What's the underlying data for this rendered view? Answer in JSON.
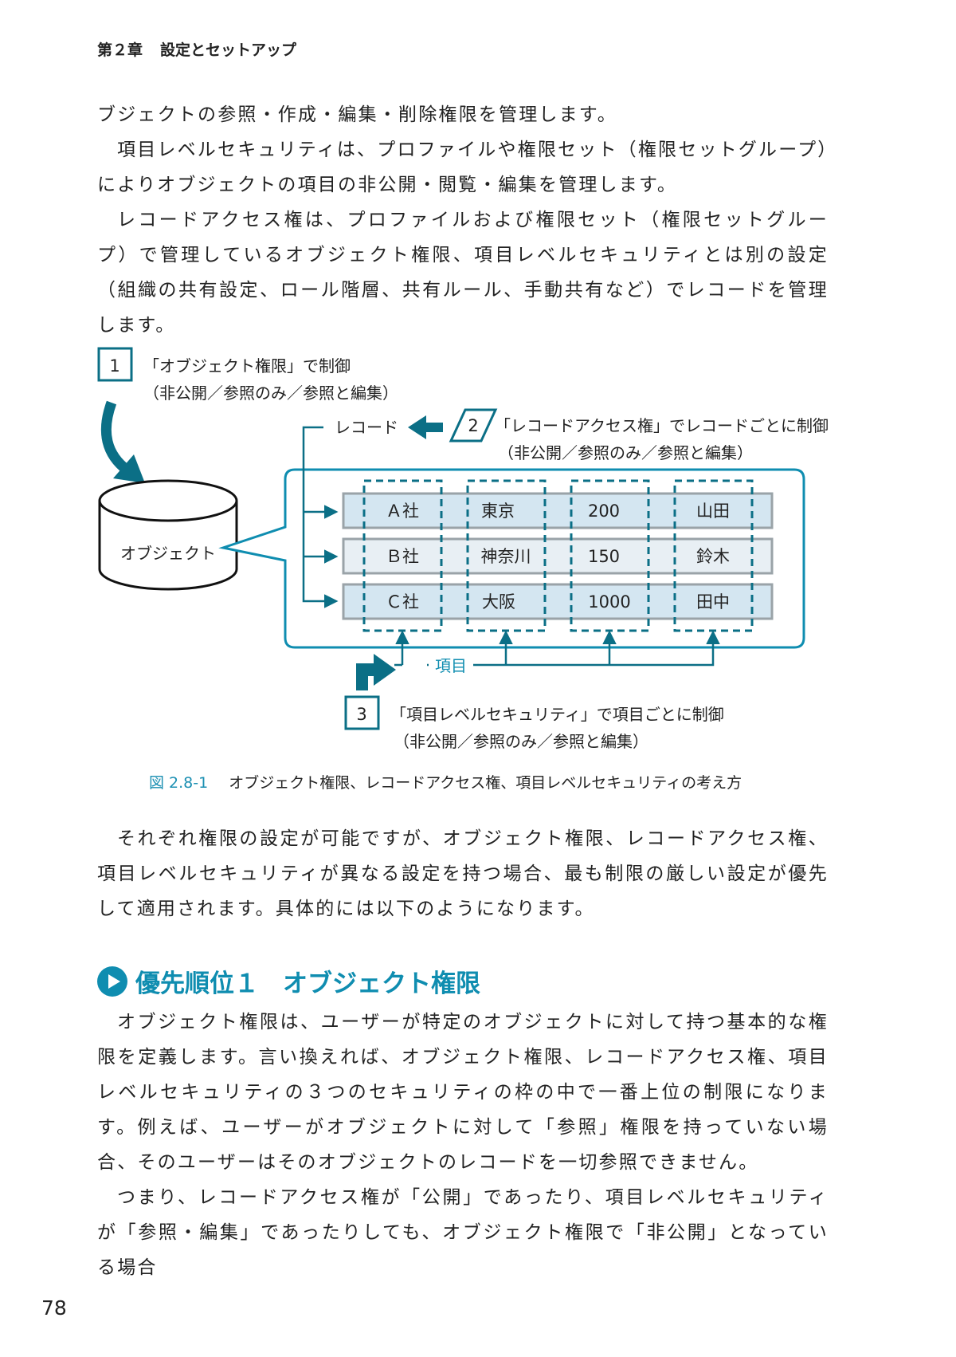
{
  "header": {
    "chapter": "第２章",
    "title": "設定とセットアップ"
  },
  "para_top": [
    "ブジェクトの参照・作成・編集・削除権限を管理します。",
    "項目レベルセキュリティは、プロファイルや権限セット（権限セットグループ）によりオブジェクトの項目の非公開・閲覧・編集を管理します。",
    "レコードアクセス権は、プロファイルおよび権限セット（権限セットグループ）で管理しているオブジェクト権限、項目レベルセキュリティとは別の設定（組織の共有設定、ロール階層、共有ルール、手動共有など）でレコードを管理します。"
  ],
  "figure": {
    "box1": {
      "num": "1",
      "line1": "「オブジェクト権限」で制御",
      "line2": "（非公開／参照のみ／参照と編集）"
    },
    "box2": {
      "num": "2",
      "line1": "「レコードアクセス権」でレコードごとに制御",
      "line2": "（非公開／参照のみ／参照と編集）"
    },
    "box3": {
      "num": "3",
      "line1": "「項目レベルセキュリティ」で項目ごとに制御",
      "line2": "（非公開／参照のみ／参照と編集）"
    },
    "object_label": "オブジェクト",
    "record_label": "レコード",
    "field_label": "項目",
    "rows": [
      [
        "Ａ社",
        "東京",
        "200",
        "山田"
      ],
      [
        "Ｂ社",
        "神奈川",
        "150",
        "鈴木"
      ],
      [
        "Ｃ社",
        "大阪",
        "1000",
        "田中"
      ]
    ],
    "colors": {
      "accent": "#0f8db0",
      "dark_teal": "#0b6f86",
      "row_fill": "#d4e6f1",
      "row_border": "#9aa3a8"
    }
  },
  "caption": {
    "number": "図 2.8-1",
    "text": "オブジェクト権限、レコードアクセス権、項目レベルセキュリティの考え方"
  },
  "para_mid": "それぞれ権限の設定が可能ですが、オブジェクト権限、レコードアクセス権、項目レベルセキュリティが異なる設定を持つ場合、最も制限の厳しい設定が優先して適用されます。具体的には以下のようになります。",
  "section": {
    "label": "優先順位１",
    "title": "オブジェクト権限"
  },
  "para_bottom": [
    "オブジェクト権限は、ユーザーが特定のオブジェクトに対して持つ基本的な権限を定義します。言い換えれば、オブジェクト権限、レコードアクセス権、項目レベルセキュリティの３つのセキュリティの枠の中で一番上位の制限になります。例えば、ユーザーがオブジェクトに対して「参照」権限を持っていない場合、そのユーザーはそのオブジェクトのレコードを一切参照できません。",
    "つまり、レコードアクセス権が「公開」であったり、項目レベルセキュリティが「参照・編集」であったりしても、オブジェクト権限で「非公開」となっている場合"
  ],
  "page_number": "78"
}
